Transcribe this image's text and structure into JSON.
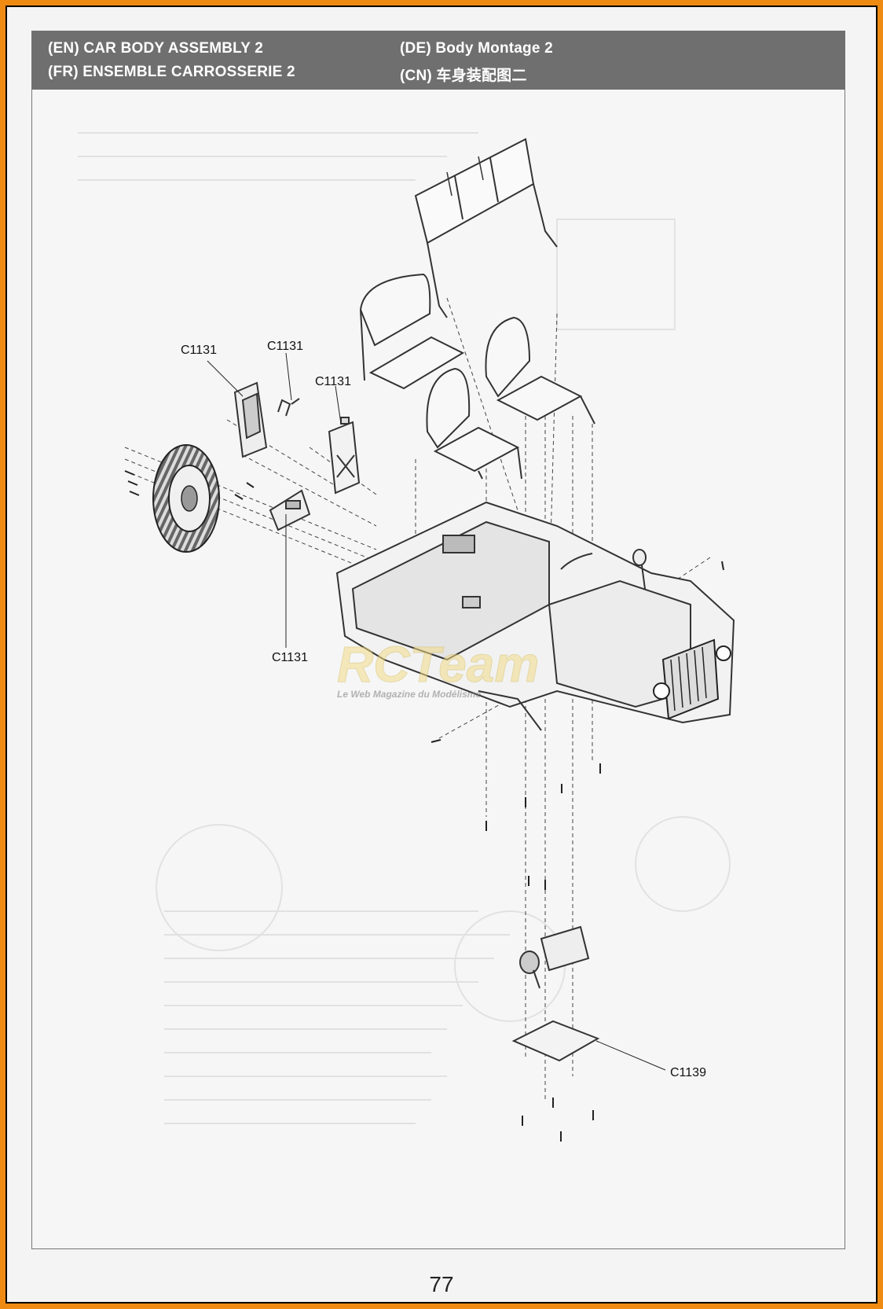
{
  "header": {
    "title_en": "(EN) CAR BODY ASSEMBLY 2",
    "title_fr": "(FR) ENSEMBLE CARROSSERIE 2",
    "title_de": "(DE) Body Montage 2",
    "title_cn": "(CN) 车身装配图二"
  },
  "callouts": {
    "jerry_can_bracket": "C1131",
    "bracket_clip": "C1131",
    "jerry_can": "C1131",
    "wheel_mount": "C1131",
    "servo_plate": "C1139"
  },
  "watermark": {
    "logo": "RCTeam",
    "tagline": "Le Web Magazine du Modélisme"
  },
  "footer": {
    "page_number": "77"
  },
  "colors": {
    "frame": "#ef8a12",
    "banner": "#6f6f6f",
    "line": "#333333"
  }
}
